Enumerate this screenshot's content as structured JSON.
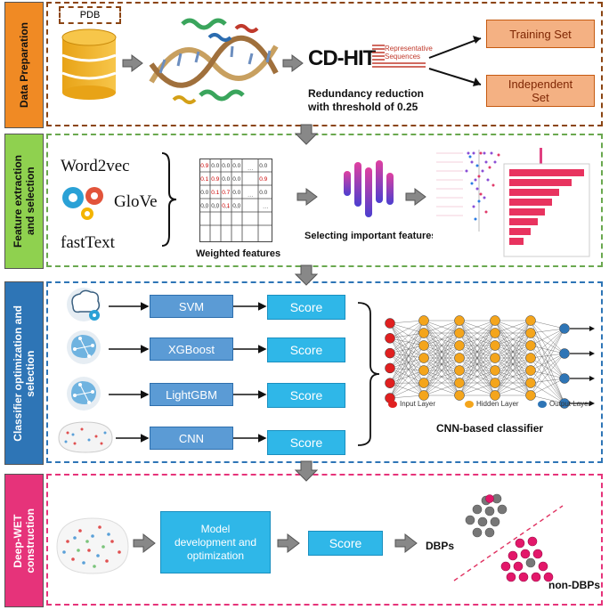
{
  "colors": {
    "prep": "#f08a24",
    "feature": "#8fd14f",
    "classifier": "#2e75b6",
    "deep": "#e6337a",
    "prep_border": "#8b4513",
    "feature_border": "#6aa84f",
    "classifier_border": "#2e75b6",
    "deep_border": "#e6337a"
  },
  "sections": {
    "prep": "Data Preparation",
    "feature": "Feature extraction\nand selection",
    "classifier": "Classifier optimization and\nselection",
    "deep": "Deep-WET\nconstruction"
  },
  "prep": {
    "pdb_label": "PDB",
    "cdhit_label": "CD-HIT",
    "rep_label": "Representative\nSequences",
    "redundancy_line1": "Redundancy reduction",
    "redundancy_line2": "with threshold of 0.25",
    "training_set": "Training Set",
    "independent_set": "Independent\nSet"
  },
  "feature": {
    "embeddings": [
      "Word2vec",
      "GloVe",
      "fastText"
    ],
    "matrix_values": [
      "0.9",
      "0.0",
      "0.0",
      "0.0",
      "0.0",
      "0.1",
      "0.9",
      "0.0",
      "0.0",
      "0.9",
      "0.0",
      "0.1",
      "0.7",
      "0.0",
      "0.0",
      "0.0",
      "0.0",
      "0.1",
      "0.0"
    ],
    "weighted_label": "Weighted features",
    "selecting_label": "Selecting important features"
  },
  "classifier": {
    "models": [
      "SVM",
      "XGBoost",
      "LightGBM",
      "CNN"
    ],
    "score_label": "Score",
    "cnn_label": "CNN-based classifier",
    "legend": [
      "Input Layer",
      "Hidden Layer",
      "Output Layer"
    ],
    "layer_colors": [
      "#e02020",
      "#f4a51c",
      "#2e75b6"
    ]
  },
  "deep": {
    "model_dev": "Model\ndevelopment and\noptimization",
    "score_label": "Score",
    "dbps": "DBPs",
    "non_dbps": "non-DBPs"
  }
}
